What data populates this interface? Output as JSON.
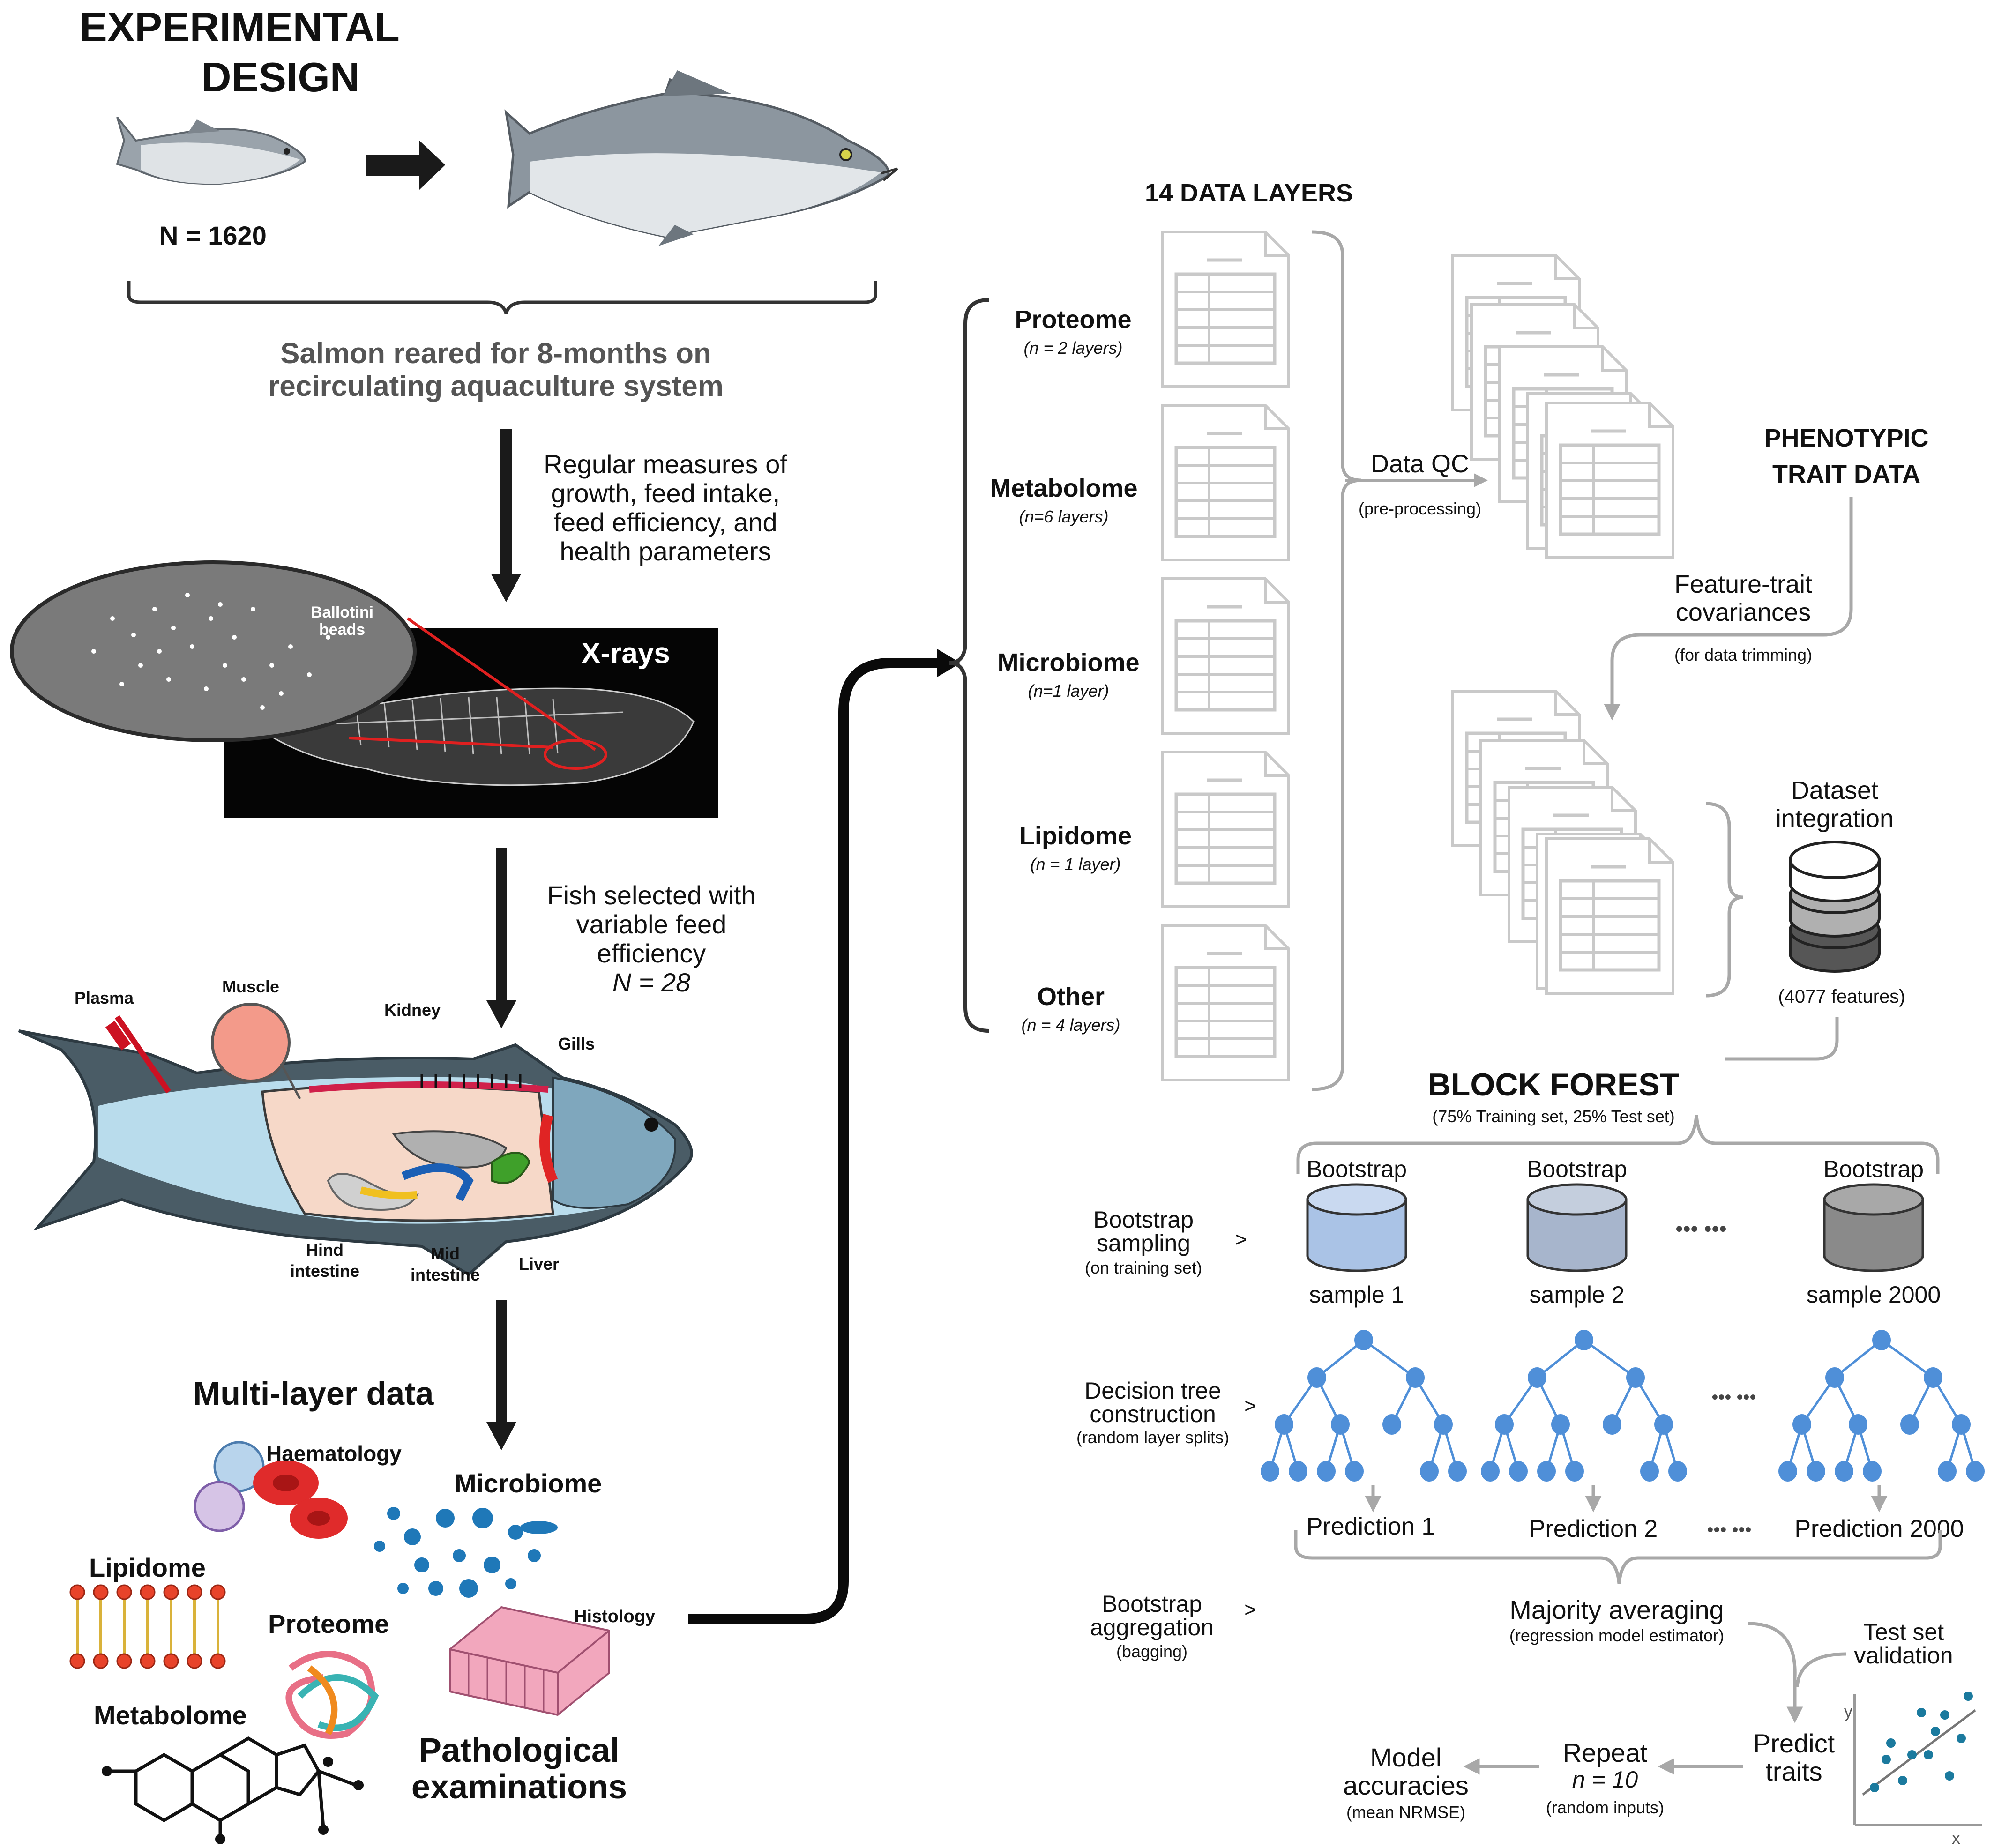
{
  "experimental": {
    "title_line1": "EXPERIMENTAL",
    "title_line2": "DESIGN",
    "n_label": "N = 1620",
    "reared_line1": "Salmon reared for 8-months on",
    "reared_line2": "recirculating aquaculture system",
    "measures_line1": "Regular measures of",
    "measures_line2": "growth, feed intake,",
    "measures_line3": "feed efficiency, and",
    "measures_line4": "health parameters",
    "ballotini_line1": "Ballotini",
    "ballotini_line2": "beads",
    "xray_label": "X-rays",
    "selected_line1": "Fish selected with",
    "selected_line2": "variable feed",
    "selected_line3": "efficiency",
    "selected_line4": "N = 28"
  },
  "anatomy": {
    "plasma": "Plasma",
    "muscle": "Muscle",
    "kidney": "Kidney",
    "gills": "Gills",
    "hind_line1": "Hind",
    "hind_line2": "intestine",
    "mid_line1": "Mid",
    "mid_line2": "intestine",
    "liver": "Liver"
  },
  "multilayer": {
    "title": "Multi-layer data",
    "haematology": "Haematology",
    "microbiome": "Microbiome",
    "lipidome": "Lipidome",
    "proteome": "Proteome",
    "histology": "Histology",
    "metabolome": "Metabolome",
    "patho_line1": "Pathological",
    "patho_line2": "examinations"
  },
  "layers": {
    "title": "14 DATA LAYERS",
    "items": [
      {
        "name": "Proteome",
        "count": "(n = 2 layers)"
      },
      {
        "name": "Metabolome",
        "count": "(n=6 layers)"
      },
      {
        "name": "Microbiome",
        "count": "(n=1 layer)"
      },
      {
        "name": "Lipidome",
        "count": "(n = 1 layer)"
      },
      {
        "name": "Other",
        "count": "(n = 4 layers)"
      }
    ],
    "qc_label": "Data QC",
    "qc_sub": "(pre-processing)"
  },
  "phenotypic": {
    "line1": "PHENOTYPIC",
    "line2": "TRAIT DATA",
    "cov_line1": "Feature-trait",
    "cov_line2": "covariances",
    "cov_sub": "(for data trimming)"
  },
  "integration": {
    "line1": "Dataset",
    "line2": "integration",
    "features": "(4077 features)"
  },
  "forest": {
    "title": "BLOCK FOREST",
    "subtitle": "(75% Training set, 25% Test set)",
    "boot_line1": "Bootstrap",
    "boot_line2": "sampling",
    "boot_sub": "(on training set)",
    "samples": [
      {
        "top": "Bootstrap",
        "bottom": "sample 1",
        "color": "#aac3e6"
      },
      {
        "top": "Bootstrap",
        "bottom": "sample 2",
        "color": "#a7b5cc"
      },
      {
        "top": "Bootstrap",
        "bottom": "sample 2000",
        "color": "#8a8a8a"
      }
    ],
    "dots": "•••   •••",
    "tree_line1": "Decision tree",
    "tree_line2": "construction",
    "tree_sub": "(random layer splits)",
    "tree_color": "#4f8fd8",
    "tree_dots": "••• •••",
    "predictions": [
      "Prediction 1",
      "Prediction 2",
      "Prediction 2000"
    ],
    "pred_dots": "••• •••",
    "agg_line1": "Bootstrap",
    "agg_line2": "aggregation",
    "agg_sub": "(bagging)",
    "majority": "Majority averaging",
    "majority_sub": "(regression model estimator)",
    "test_line1": "Test set",
    "test_line2": "validation",
    "predict_line1": "Predict",
    "predict_line2": "traits",
    "repeat_line1": "Repeat",
    "repeat_line2": "n = 10",
    "repeat_sub": "(random inputs)",
    "model_line1": "Model",
    "model_line2": "accuracies",
    "model_sub": "(mean NRMSE)",
    "axis_y": "y",
    "axis_x": "x",
    "arrow": ">"
  }
}
